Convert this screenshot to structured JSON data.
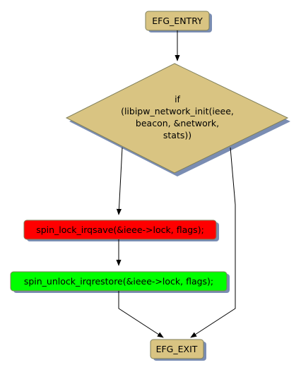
{
  "nodes": {
    "entry": {
      "label": "EFG_ENTRY",
      "fill": "#d9c482"
    },
    "condition": {
      "lines": [
        "if",
        "(libipw_network_init(ieee,",
        "beacon, &network,",
        "stats))"
      ],
      "fill": "#d9c482"
    },
    "lock": {
      "label": "spin_lock_irqsave(&ieee->lock, flags);",
      "fill": "#ff0000"
    },
    "unlock": {
      "label": "spin_unlock_irqrestore(&ieee->lock, flags);",
      "fill": "#00ff00"
    },
    "exit": {
      "label": "EFG_EXIT",
      "fill": "#d9c482"
    }
  },
  "colors": {
    "shadow": "#7a8db3",
    "stroke": "#7f7f5a"
  }
}
